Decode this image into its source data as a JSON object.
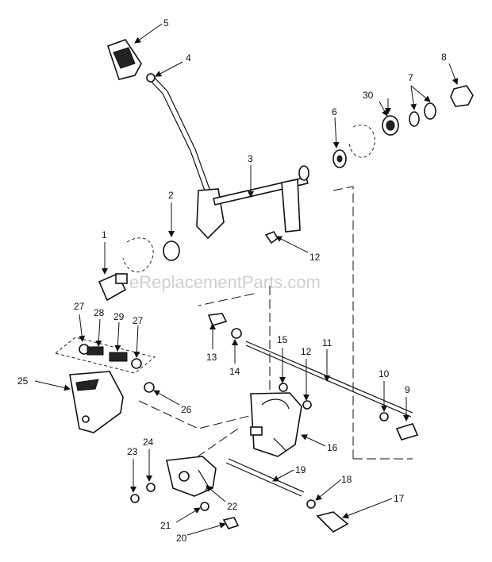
{
  "watermark": "eReplacementParts.com",
  "callouts": [
    "1",
    "2",
    "3",
    "4",
    "5",
    "6",
    "7",
    "8",
    "9",
    "10",
    "11",
    "12",
    "12",
    "13",
    "14",
    "15",
    "16",
    "17",
    "18",
    "19",
    "20",
    "21",
    "22",
    "23",
    "24",
    "25",
    "26",
    "27",
    "27",
    "28",
    "29",
    "30"
  ]
}
